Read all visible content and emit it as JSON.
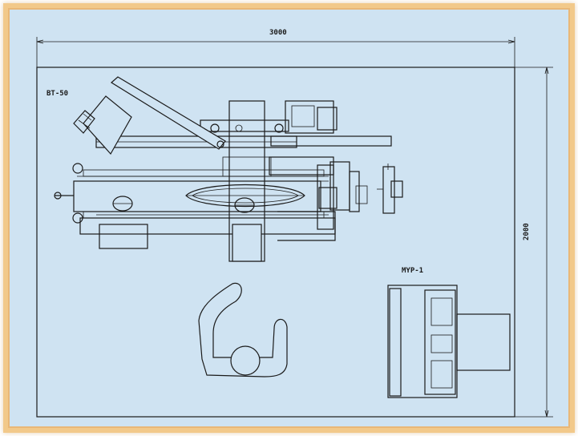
{
  "diagram": {
    "dimension_width": "3000",
    "dimension_height": "2000",
    "equipment_main_label": "BT-50",
    "equipment_secondary_label": "MYP-1",
    "colors": {
      "background": "#cfe3f2",
      "frame_border": "#f2c98a",
      "lines": "#1b1b1b"
    }
  }
}
